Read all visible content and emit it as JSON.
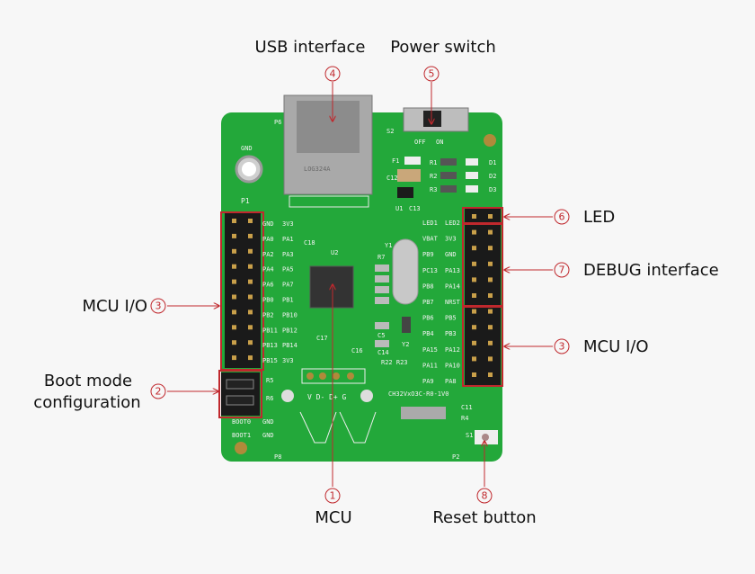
{
  "callouts": {
    "usb": {
      "num": "4",
      "label": "USB interface"
    },
    "power": {
      "num": "5",
      "label": "Power switch"
    },
    "led": {
      "num": "6",
      "label": "LED"
    },
    "debug": {
      "num": "7",
      "label": "DEBUG interface"
    },
    "mcu_io_right": {
      "num": "3",
      "label": "MCU I/O"
    },
    "mcu_io_left": {
      "num": "3",
      "label": "MCU I/O"
    },
    "boot": {
      "num": "2",
      "label_line1": "Boot mode",
      "label_line2": "configuration"
    },
    "mcu": {
      "num": "1",
      "label": "MCU"
    },
    "reset": {
      "num": "8",
      "label": "Reset button"
    }
  },
  "colors": {
    "board": "#23a83a",
    "callout": "#c0282d"
  },
  "silkscreen": {
    "gnd_hole": "GND",
    "p1": "P1",
    "p6": "P6",
    "s2": "S2",
    "off": "OFF",
    "on": "ON",
    "f1": "F1",
    "r1": "R1",
    "r2": "R2",
    "r3": "R3",
    "d1": "D1",
    "d2": "D2",
    "d3": "D3",
    "c12": "C12",
    "u1": "U1",
    "c13": "C13",
    "u2": "U2",
    "y1": "Y1",
    "r7": "R7",
    "c18": "C18",
    "c17": "C17",
    "c16": "C16",
    "c14": "C14",
    "c5": "C5",
    "y2": "Y2",
    "r22_r23": "R22 R23",
    "usb_pins": "V D- D+ G",
    "board_name": "CH32VxO3C-R0-1V0",
    "c11": "C11",
    "r4": "R4",
    "s1": "S1",
    "p2": "P2",
    "p8": "P8",
    "r5": "R5",
    "r6": "R6",
    "boot0": "BOOT0",
    "boot1": "BOOT1",
    "gnd_a": "GND",
    "gnd_b": "GND",
    "usb_chip": "LOG324A"
  },
  "left_pins": {
    "col1": [
      "GND",
      "PA0",
      "PA2",
      "PA4",
      "PA6",
      "PB0",
      "PB2",
      "PB11",
      "PB13",
      "PB15"
    ],
    "col2": [
      "3V3",
      "PA1",
      "PA3",
      "PA5",
      "PA7",
      "PB1",
      "PB10",
      "PB12",
      "PB14",
      "3V3"
    ]
  },
  "right_pins": {
    "col1": [
      "LED1",
      "VBAT",
      "PB9",
      "PC13",
      "PB8",
      "PB7",
      "PB6",
      "PB4",
      "PA15",
      "PA11",
      "PA9"
    ],
    "col2": [
      "LED2",
      "3V3",
      "GND",
      "PA13",
      "PA14",
      "NRST",
      "PB5",
      "PB3",
      "PA12",
      "PA10",
      "PA8"
    ]
  }
}
